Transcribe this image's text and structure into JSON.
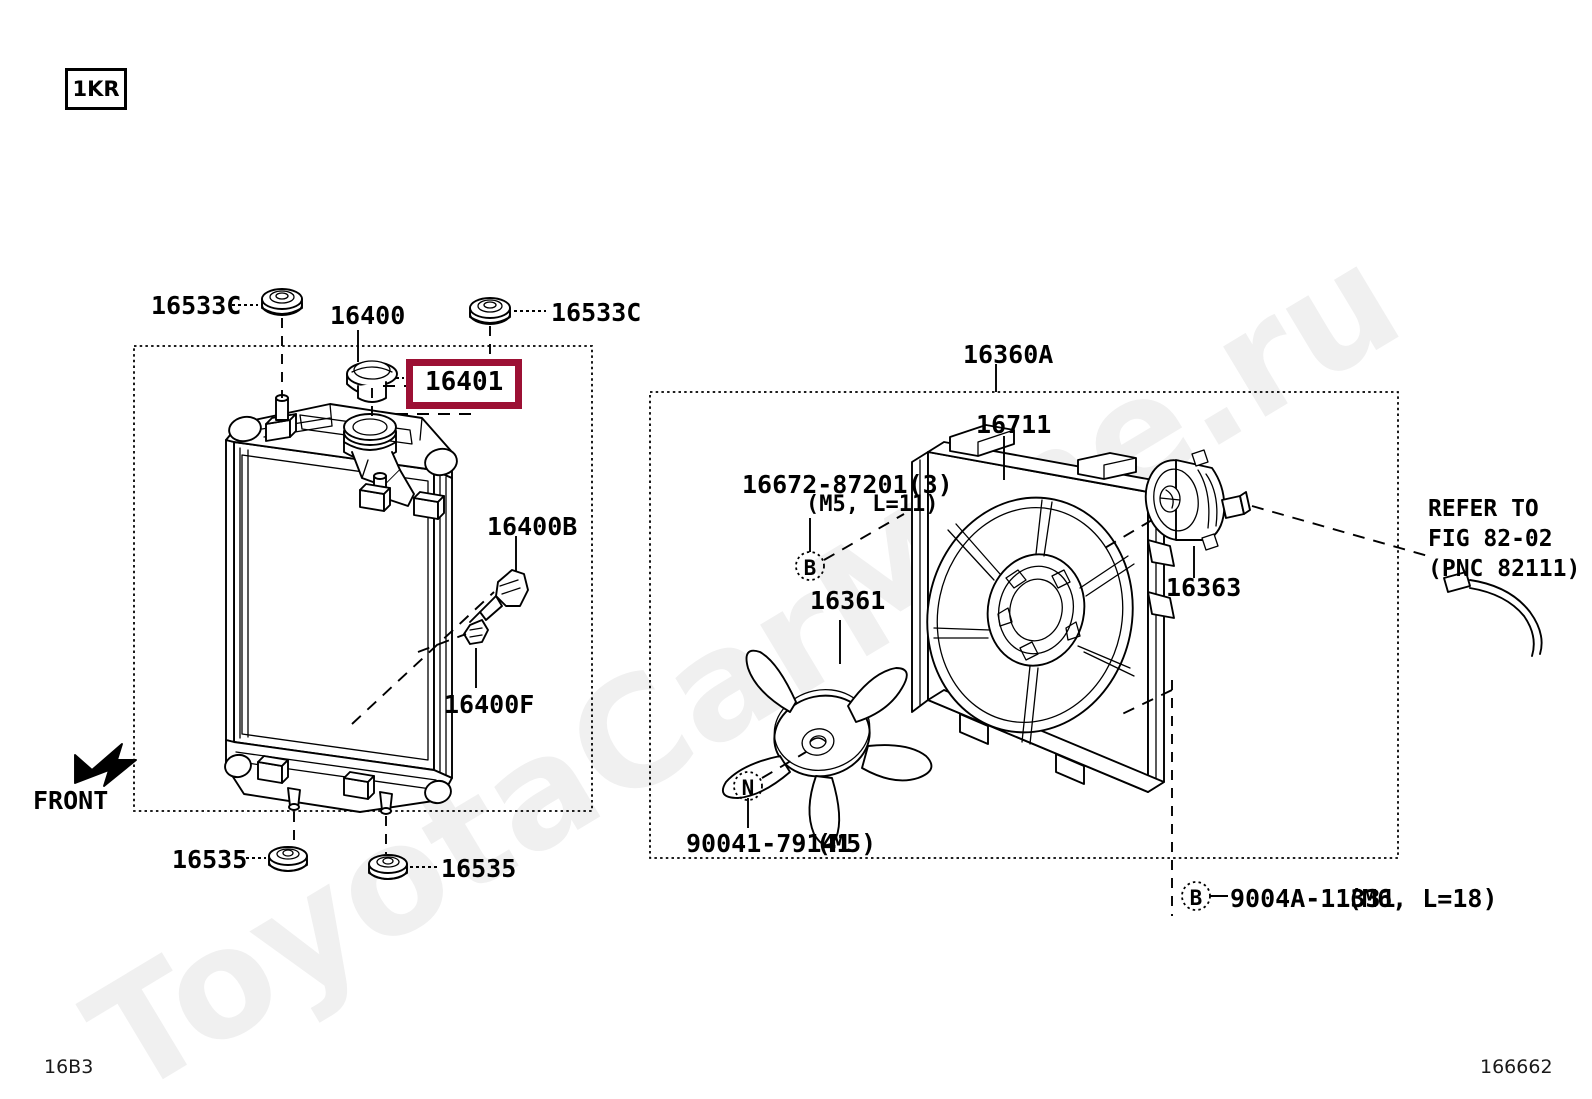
{
  "page": {
    "engine_code": "1KR",
    "bottom_left_code": "16B3",
    "bottom_right_code": "166662",
    "watermark": "ToyotaCarMine.ru",
    "front_label": "FRONT",
    "highlight_color": "#9c1034"
  },
  "left_diagram": {
    "name": "radiator-assembly",
    "labels": {
      "grommet_upper_left": "16533C",
      "radiator_assembly": "16400",
      "grommet_upper_right": "16533C",
      "radiator_cap": "16401",
      "drain_cock": "16400B",
      "clip": "16400F",
      "grommet_lower_left": "16535",
      "grommet_lower_right": "16535"
    }
  },
  "right_diagram": {
    "name": "cooling-fan-assembly",
    "labels": {
      "fan_assembly": "16360A",
      "fan_shroud": "16711",
      "fan_blade": "16361",
      "fan_motor": "16363",
      "screw_callout": "16672-87201(3)",
      "screw_spec": "(M5, L=11)",
      "screw_symbol": "B",
      "nut_callout": "90041-79141",
      "nut_spec": "(M5)",
      "nut_symbol": "N",
      "bolt_symbol": "B",
      "bolt_callout": "9004A-11331",
      "bolt_spec": "(M6, L=18)"
    },
    "refer_to": {
      "line1": "REFER TO",
      "line2": "FIG 82-02",
      "line3": "(PNC 82111)"
    }
  }
}
